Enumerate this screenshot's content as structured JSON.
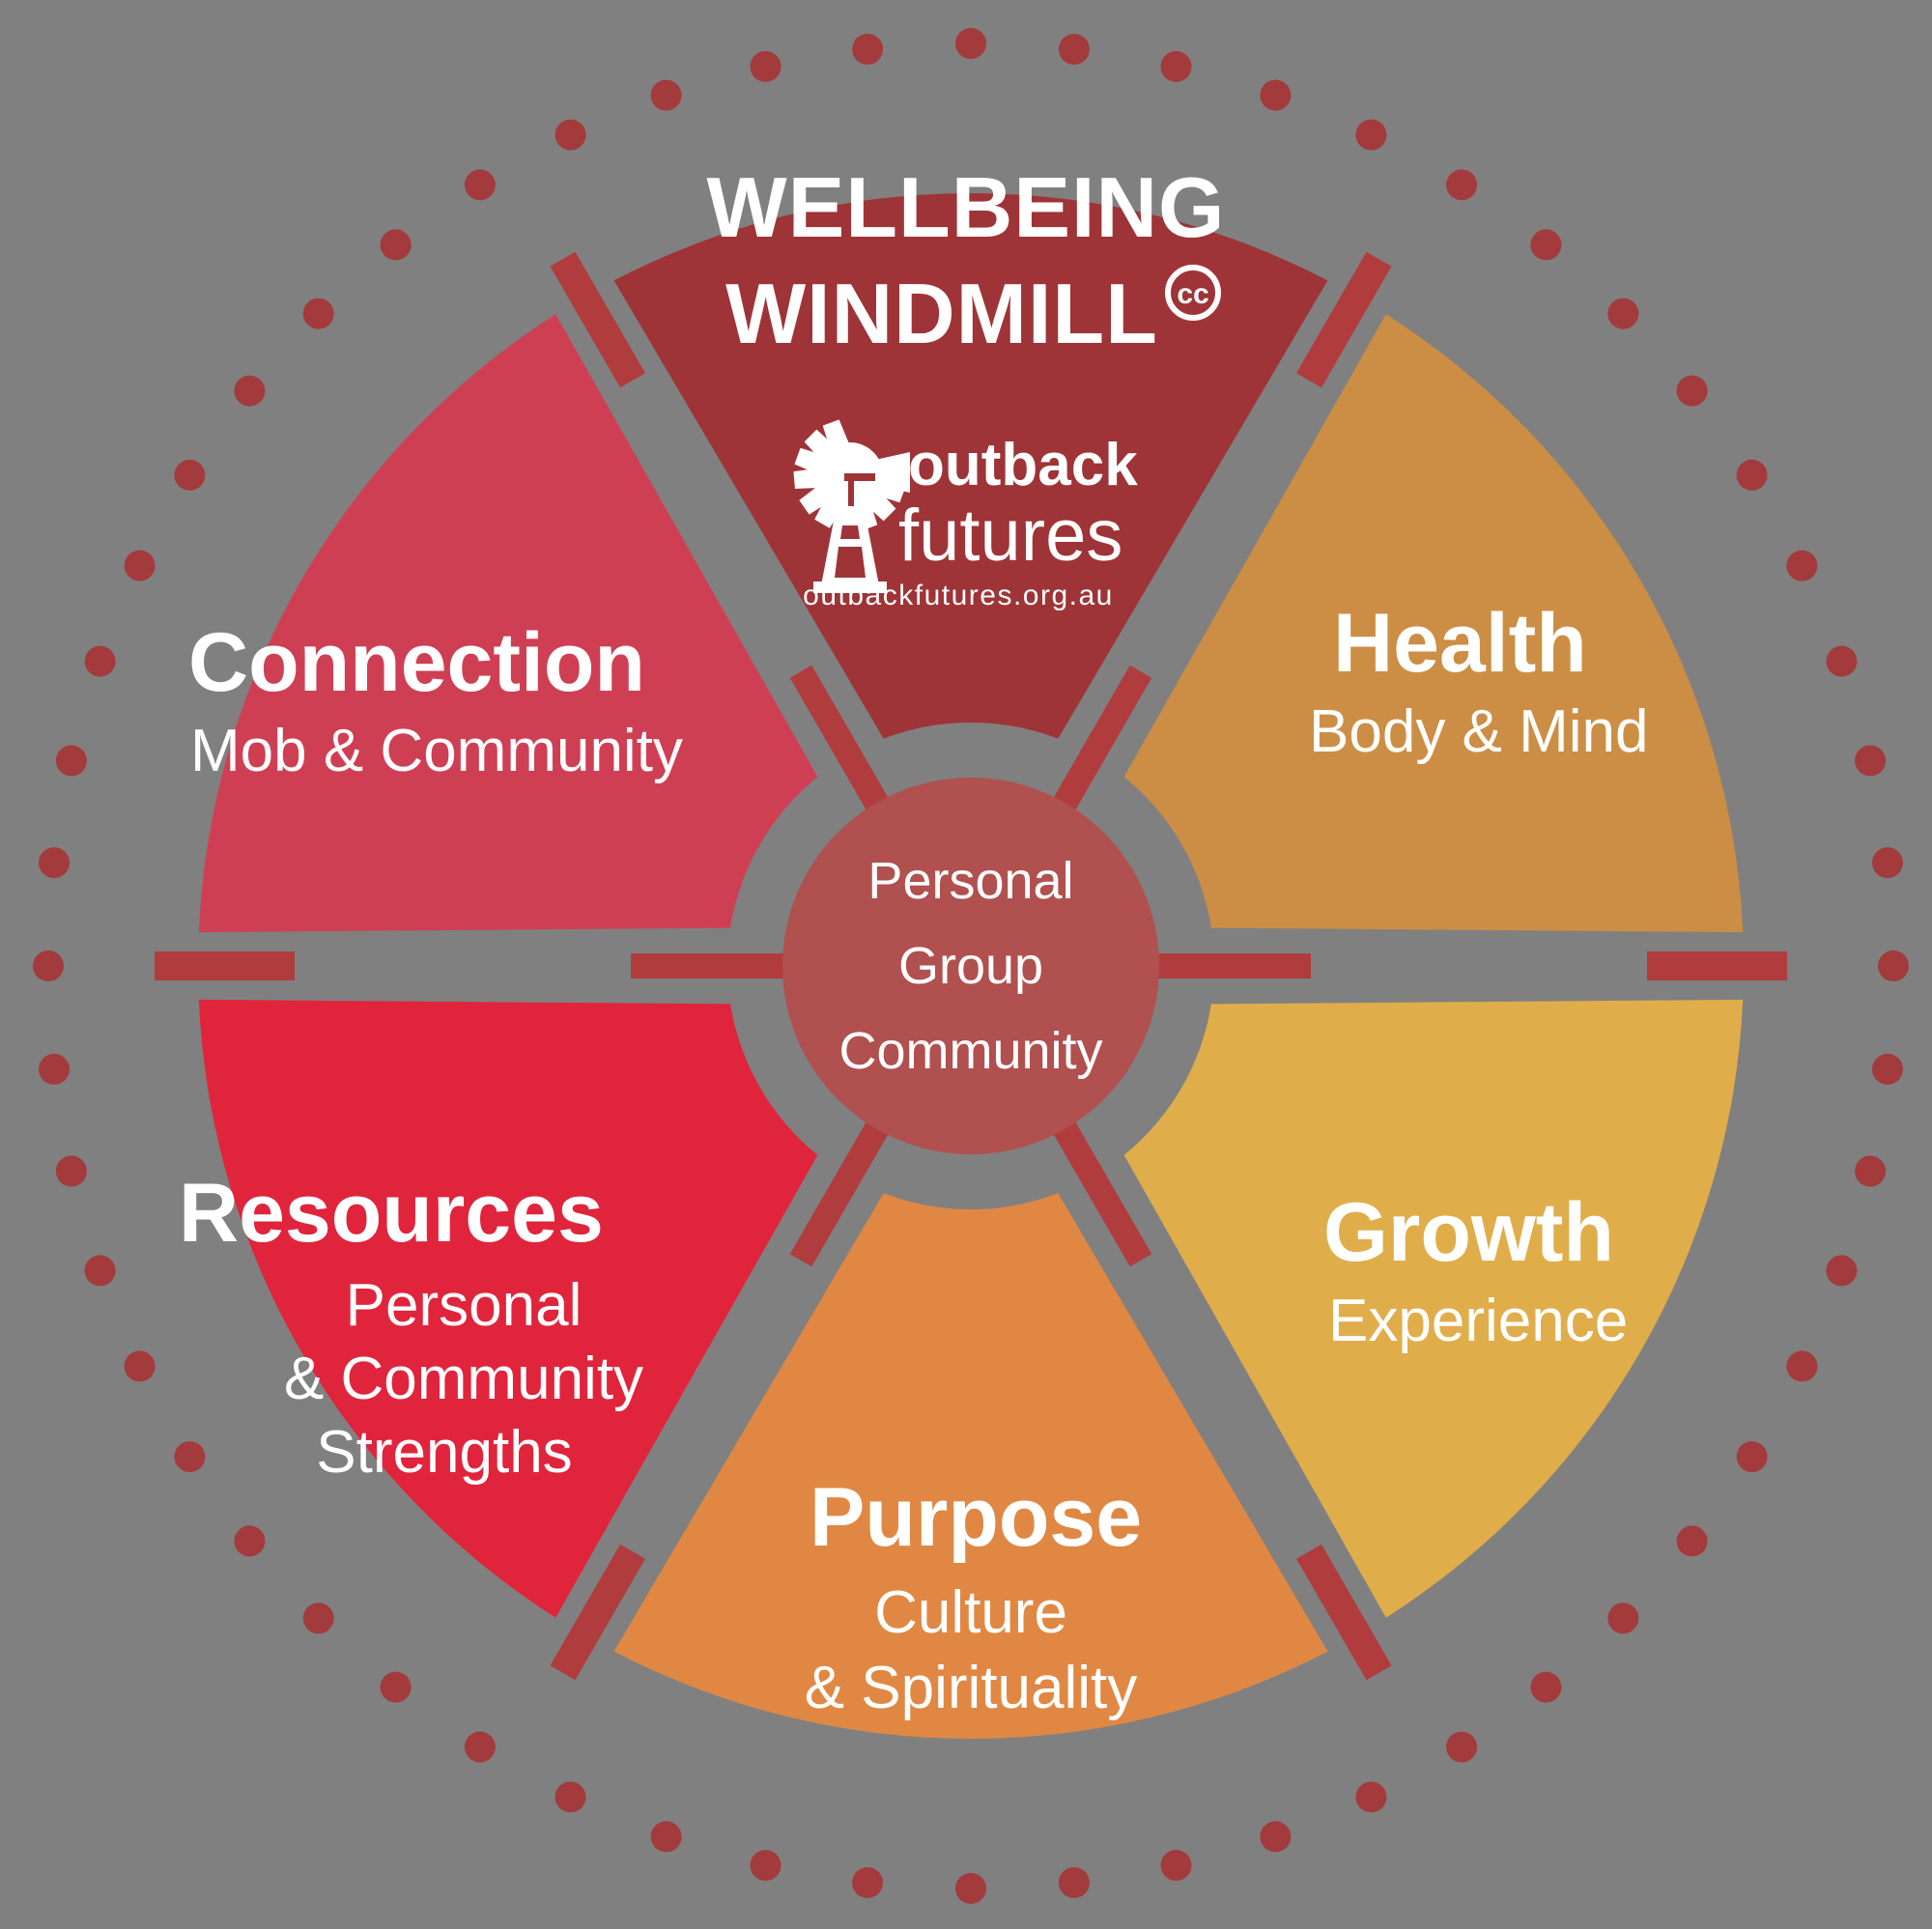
{
  "diagram": {
    "background_color": "#808080",
    "title_line1": "WELLBEING",
    "title_line2": "WINDMILL",
    "copyright_mark": "cc",
    "hub": {
      "line1": "Personal",
      "line2": "Group",
      "line3": "Community",
      "color": "#b0504f"
    },
    "logo": {
      "word_top": "outback",
      "word_bottom": "futures",
      "url": "outbackfutures.org.au",
      "icon": "windmill-icon"
    },
    "dots": {
      "color": "#a33a3c",
      "count": 56,
      "radius": 16
    },
    "spoke_color": "#b03c3e",
    "segments": [
      {
        "id": "wellbeing",
        "title": "",
        "subtitle": "",
        "color": "#9e3437",
        "position": "top"
      },
      {
        "id": "health",
        "title": "Health",
        "subtitle": "Body & Mind",
        "color": "#cc8e45",
        "position": "upper-right"
      },
      {
        "id": "growth",
        "title": "Growth",
        "subtitle": "Experience",
        "color": "#e0ad4b",
        "position": "lower-right"
      },
      {
        "id": "purpose",
        "title": "Purpose",
        "subtitle_line1": "Culture",
        "subtitle_line2": "& Spirituality",
        "color": "#e08843",
        "position": "bottom"
      },
      {
        "id": "resources",
        "title": "Resources",
        "subtitle_line1": "Personal",
        "subtitle_line2": "& Community",
        "subtitle_line3": "Strengths",
        "color": "#e0243c",
        "position": "lower-left"
      },
      {
        "id": "connection",
        "title": "Connection",
        "subtitle": "Mob & Community",
        "color": "#cf3f54",
        "position": "upper-left"
      }
    ]
  }
}
